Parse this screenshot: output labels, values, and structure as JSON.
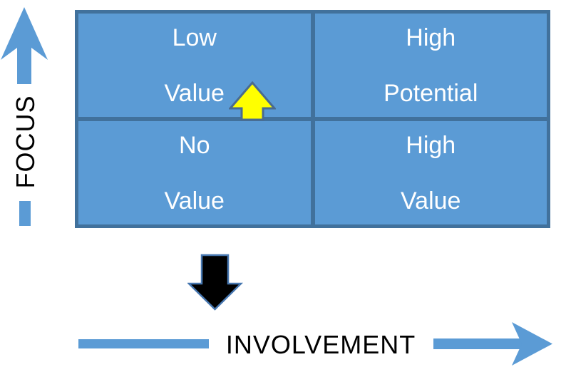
{
  "colors": {
    "cell-fill": "#5B9BD5",
    "grid-border": "#41719C",
    "axis-arrow": "#5B9BD5",
    "yellow-arrow-fill": "#FFFF00",
    "yellow-arrow-outline": "#4A6B8F",
    "black-arrow-fill": "#000000",
    "black-arrow-outline": "#4777B0",
    "cell-text": "#FFFFFF",
    "axis-label-text": "#000000"
  },
  "matrix": {
    "cells": [
      {
        "id": "low-value",
        "line1": "Low",
        "line2": "Value"
      },
      {
        "id": "high-potential",
        "line1": "High",
        "line2": "Potential"
      },
      {
        "id": "no-value",
        "line1": "No",
        "line2": "Value"
      },
      {
        "id": "high-value",
        "line1": "High",
        "line2": "Value"
      }
    ]
  },
  "axes": {
    "y_label": "FOCUS",
    "x_label": "INVOLVEMENT"
  },
  "icons": {
    "focus_axis_arrow": "blue-up-arrow",
    "involvement_axis_arrow": "blue-right-arrow",
    "quadrant_marker": "yellow-up-arrow",
    "shift_marker": "black-down-arrow"
  }
}
